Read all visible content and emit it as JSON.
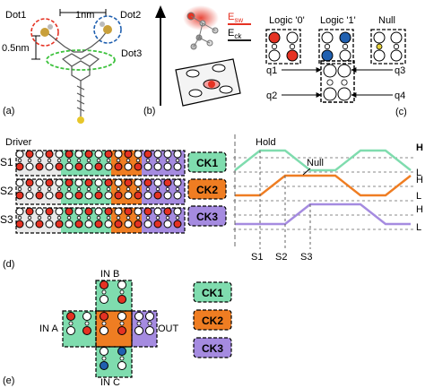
{
  "panel_a": {
    "label": "(a)",
    "dot1": "Dot1",
    "dot2": "Dot2",
    "dot3": "Dot3",
    "scale_h": "1nm",
    "scale_v": "0.5nm"
  },
  "panel_b": {
    "label": "(b)",
    "esw": "E",
    "esw_sub": "sw",
    "eck": "E",
    "eck_sub": "ck"
  },
  "panel_c": {
    "label": "(c)",
    "logic0": "Logic '0'",
    "logic1": "Logic '1'",
    "null": "Null",
    "q1": "q1",
    "q2": "q2",
    "q3": "q3",
    "q4": "q4"
  },
  "panel_d": {
    "label": "(d)",
    "driver": "Driver",
    "rows": [
      "S1",
      "S2",
      "S3"
    ],
    "clocks": [
      "CK1",
      "CK2",
      "CK3"
    ],
    "hold": "Hold",
    "null": "Null",
    "h": "H",
    "l": "L",
    "time_marks": [
      "S1",
      "S2",
      "S3"
    ]
  },
  "panel_e": {
    "label": "(e)",
    "in_a": "IN A",
    "in_b": "IN B",
    "in_c": "IN C",
    "out": "OUT",
    "clocks": [
      "CK1",
      "CK2",
      "CK3"
    ]
  },
  "colors": {
    "ck1": "#7fdcae",
    "ck2": "#ef7d22",
    "ck3": "#a58be0",
    "red": "#e53223",
    "blue": "#2060b0",
    "esw": "#e53223"
  }
}
